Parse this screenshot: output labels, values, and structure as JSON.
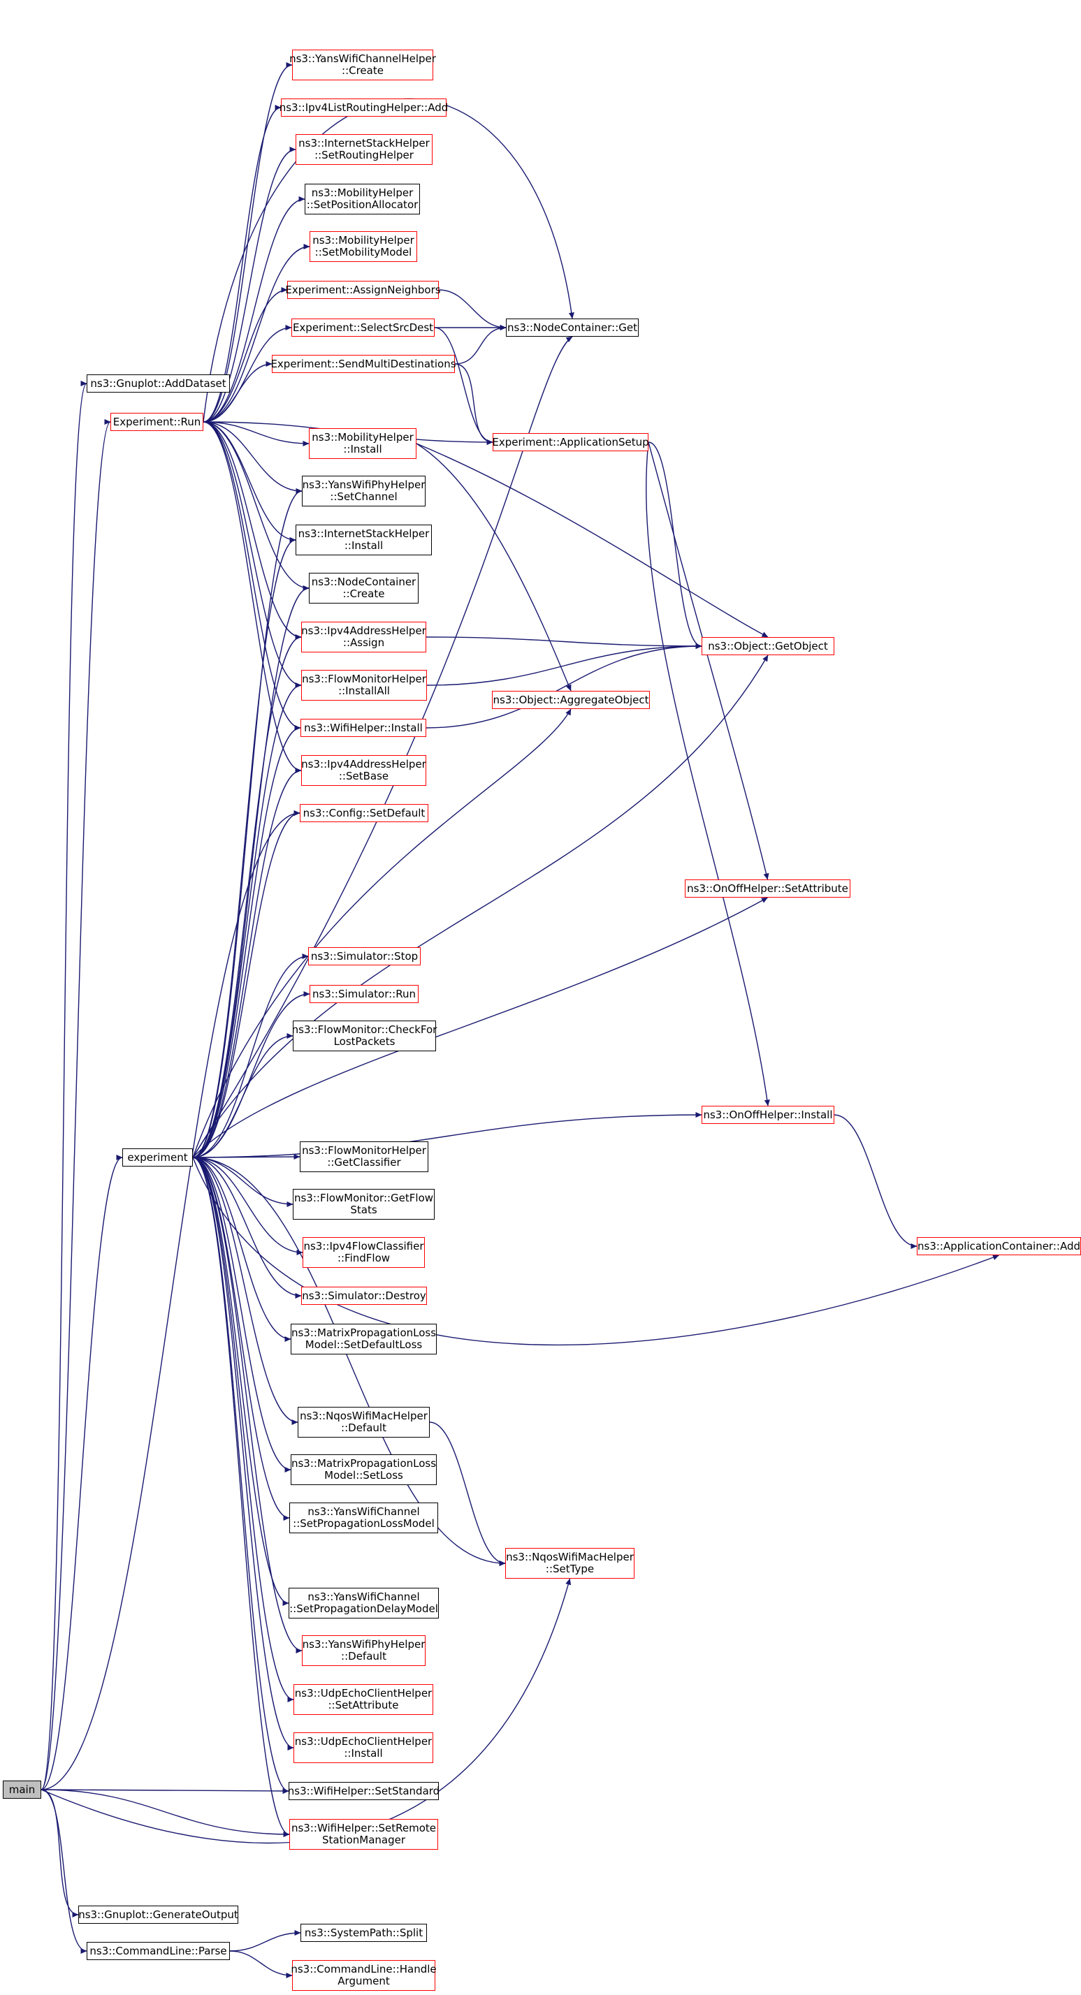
{
  "colors": {
    "edge": "#191970",
    "border_default": "#000000",
    "border_linked": "#ff0000",
    "root_fill": "#bfbfbf"
  },
  "nodes": [
    {
      "id": "main",
      "lines": [
        "main"
      ],
      "style": "root"
    },
    {
      "id": "gnuplot_adddataset",
      "lines": [
        "ns3::Gnuplot::AddDataset"
      ],
      "style": "black"
    },
    {
      "id": "experiment_run",
      "lines": [
        "Experiment::Run"
      ],
      "style": "red"
    },
    {
      "id": "yans_channel_helper_create",
      "lines": [
        "ns3::YansWifiChannelHelper",
        "::Create"
      ],
      "style": "red"
    },
    {
      "id": "ipv4_list_routing_add",
      "lines": [
        "ns3::Ipv4ListRoutingHelper::Add"
      ],
      "style": "red"
    },
    {
      "id": "internet_stack_set_routing",
      "lines": [
        "ns3::InternetStackHelper",
        "::SetRoutingHelper"
      ],
      "style": "red"
    },
    {
      "id": "mobility_set_position_allocator",
      "lines": [
        "ns3::MobilityHelper",
        "::SetPositionAllocator"
      ],
      "style": "black"
    },
    {
      "id": "mobility_set_mobility_model",
      "lines": [
        "ns3::MobilityHelper",
        "::SetMobilityModel"
      ],
      "style": "red"
    },
    {
      "id": "experiment_assign_neighbors",
      "lines": [
        "Experiment::AssignNeighbors"
      ],
      "style": "red"
    },
    {
      "id": "experiment_select_src_dest",
      "lines": [
        "Experiment::SelectSrcDest"
      ],
      "style": "red"
    },
    {
      "id": "experiment_send_multi_destinations",
      "lines": [
        "Experiment::SendMultiDestinations"
      ],
      "style": "red"
    },
    {
      "id": "node_container_get",
      "lines": [
        "ns3::NodeContainer::Get"
      ],
      "style": "black"
    },
    {
      "id": "experiment_application_setup",
      "lines": [
        "Experiment::ApplicationSetup"
      ],
      "style": "red"
    },
    {
      "id": "mobility_install",
      "lines": [
        "ns3::MobilityHelper",
        "::Install"
      ],
      "style": "red"
    },
    {
      "id": "yans_phy_set_channel",
      "lines": [
        "ns3::YansWifiPhyHelper",
        "::SetChannel"
      ],
      "style": "black"
    },
    {
      "id": "internet_stack_install",
      "lines": [
        "ns3::InternetStackHelper",
        "::Install"
      ],
      "style": "black"
    },
    {
      "id": "node_container_create",
      "lines": [
        "ns3::NodeContainer",
        "::Create"
      ],
      "style": "black"
    },
    {
      "id": "ipv4_address_assign",
      "lines": [
        "ns3::Ipv4AddressHelper",
        "::Assign"
      ],
      "style": "red"
    },
    {
      "id": "object_get_object",
      "lines": [
        "ns3::Object::GetObject"
      ],
      "style": "red"
    },
    {
      "id": "flow_monitor_install_all",
      "lines": [
        "ns3::FlowMonitorHelper",
        "::InstallAll"
      ],
      "style": "red"
    },
    {
      "id": "object_aggregate_object",
      "lines": [
        "ns3::Object::AggregateObject"
      ],
      "style": "red"
    },
    {
      "id": "wifi_helper_install",
      "lines": [
        "ns3::WifiHelper::Install"
      ],
      "style": "red"
    },
    {
      "id": "ipv4_address_set_base",
      "lines": [
        "ns3::Ipv4AddressHelper",
        "::SetBase"
      ],
      "style": "red"
    },
    {
      "id": "config_set_default",
      "lines": [
        "ns3::Config::SetDefault"
      ],
      "style": "red"
    },
    {
      "id": "onoff_set_attribute",
      "lines": [
        "ns3::OnOffHelper::SetAttribute"
      ],
      "style": "red"
    },
    {
      "id": "simulator_stop",
      "lines": [
        "ns3::Simulator::Stop"
      ],
      "style": "red"
    },
    {
      "id": "simulator_run",
      "lines": [
        "ns3::Simulator::Run"
      ],
      "style": "red"
    },
    {
      "id": "flow_monitor_check_lost",
      "lines": [
        "ns3::FlowMonitor::CheckFor",
        "LostPackets"
      ],
      "style": "black"
    },
    {
      "id": "onoff_install",
      "lines": [
        "ns3::OnOffHelper::Install"
      ],
      "style": "red"
    },
    {
      "id": "experiment",
      "lines": [
        "experiment"
      ],
      "style": "black"
    },
    {
      "id": "flow_monitor_get_classifier",
      "lines": [
        "ns3::FlowMonitorHelper",
        "::GetClassifier"
      ],
      "style": "black"
    },
    {
      "id": "flow_monitor_get_flow_stats",
      "lines": [
        "ns3::FlowMonitor::GetFlow",
        "Stats"
      ],
      "style": "black"
    },
    {
      "id": "application_container_add",
      "lines": [
        "ns3::ApplicationContainer::Add"
      ],
      "style": "red"
    },
    {
      "id": "ipv4_flow_classifier_find_flow",
      "lines": [
        "ns3::Ipv4FlowClassifier",
        "::FindFlow"
      ],
      "style": "red"
    },
    {
      "id": "simulator_destroy",
      "lines": [
        "ns3::Simulator::Destroy"
      ],
      "style": "red"
    },
    {
      "id": "matrix_set_default_loss",
      "lines": [
        "ns3::MatrixPropagationLoss",
        "Model::SetDefaultLoss"
      ],
      "style": "black"
    },
    {
      "id": "nqos_wifi_mac_default",
      "lines": [
        "ns3::NqosWifiMacHelper",
        "::Default"
      ],
      "style": "black"
    },
    {
      "id": "matrix_set_loss",
      "lines": [
        "ns3::MatrixPropagationLoss",
        "Model::SetLoss"
      ],
      "style": "black"
    },
    {
      "id": "yans_channel_set_prop_loss",
      "lines": [
        "ns3::YansWifiChannel",
        "::SetPropagationLossModel"
      ],
      "style": "black"
    },
    {
      "id": "nqos_wifi_mac_set_type",
      "lines": [
        "ns3::NqosWifiMacHelper",
        "::SetType"
      ],
      "style": "red"
    },
    {
      "id": "yans_channel_set_prop_delay",
      "lines": [
        "ns3::YansWifiChannel",
        "::SetPropagationDelayModel"
      ],
      "style": "black"
    },
    {
      "id": "yans_phy_default",
      "lines": [
        "ns3::YansWifiPhyHelper",
        "::Default"
      ],
      "style": "red"
    },
    {
      "id": "udp_echo_client_set_attribute",
      "lines": [
        "ns3::UdpEchoClientHelper",
        "::SetAttribute"
      ],
      "style": "red"
    },
    {
      "id": "udp_echo_client_install",
      "lines": [
        "ns3::UdpEchoClientHelper",
        "::Install"
      ],
      "style": "red"
    },
    {
      "id": "wifi_helper_set_standard",
      "lines": [
        "ns3::WifiHelper::SetStandard"
      ],
      "style": "black"
    },
    {
      "id": "wifi_helper_set_remote_station_manager",
      "lines": [
        "ns3::WifiHelper::SetRemote",
        "StationManager"
      ],
      "style": "red"
    },
    {
      "id": "gnuplot_generate_output",
      "lines": [
        "ns3::Gnuplot::GenerateOutput"
      ],
      "style": "black"
    },
    {
      "id": "command_line_parse",
      "lines": [
        "ns3::CommandLine::Parse"
      ],
      "style": "black"
    },
    {
      "id": "system_path_split",
      "lines": [
        "ns3::SystemPath::Split"
      ],
      "style": "black"
    },
    {
      "id": "command_line_handle_argument",
      "lines": [
        "ns3::CommandLine::Handle",
        "Argument"
      ],
      "style": "red"
    }
  ],
  "edges": [
    [
      "main",
      "gnuplot_adddataset"
    ],
    [
      "main",
      "experiment_run"
    ],
    [
      "main",
      "experiment"
    ],
    [
      "main",
      "wifi_helper_set_standard"
    ],
    [
      "main",
      "wifi_helper_set_remote_station_manager"
    ],
    [
      "main",
      "nqos_wifi_mac_set_type"
    ],
    [
      "main",
      "gnuplot_generate_output"
    ],
    [
      "main",
      "command_line_parse"
    ],
    [
      "main",
      "config_set_default"
    ],
    [
      "experiment_run",
      "yans_channel_helper_create"
    ],
    [
      "experiment_run",
      "ipv4_list_routing_add"
    ],
    [
      "experiment_run",
      "internet_stack_set_routing"
    ],
    [
      "experiment_run",
      "mobility_set_position_allocator"
    ],
    [
      "experiment_run",
      "mobility_set_mobility_model"
    ],
    [
      "experiment_run",
      "experiment_assign_neighbors"
    ],
    [
      "experiment_run",
      "experiment_select_src_dest"
    ],
    [
      "experiment_run",
      "experiment_send_multi_destinations"
    ],
    [
      "experiment_run",
      "node_container_get"
    ],
    [
      "experiment_run",
      "experiment_application_setup"
    ],
    [
      "experiment_run",
      "mobility_install"
    ],
    [
      "experiment_run",
      "yans_phy_set_channel"
    ],
    [
      "experiment_run",
      "internet_stack_install"
    ],
    [
      "experiment_run",
      "node_container_create"
    ],
    [
      "experiment_run",
      "ipv4_address_assign"
    ],
    [
      "experiment_run",
      "flow_monitor_install_all"
    ],
    [
      "experiment_run",
      "wifi_helper_install"
    ],
    [
      "experiment_run",
      "ipv4_address_set_base"
    ],
    [
      "experiment_assign_neighbors",
      "node_container_get"
    ],
    [
      "experiment_select_src_dest",
      "node_container_get"
    ],
    [
      "experiment_select_src_dest",
      "experiment_application_setup"
    ],
    [
      "experiment_send_multi_destinations",
      "node_container_get"
    ],
    [
      "experiment_send_multi_destinations",
      "experiment_application_setup"
    ],
    [
      "experiment_application_setup",
      "object_get_object"
    ],
    [
      "experiment_application_setup",
      "onoff_set_attribute"
    ],
    [
      "experiment_application_setup",
      "onoff_install"
    ],
    [
      "mobility_install",
      "object_get_object"
    ],
    [
      "mobility_install",
      "object_aggregate_object"
    ],
    [
      "ipv4_address_assign",
      "object_get_object"
    ],
    [
      "flow_monitor_install_all",
      "object_get_object"
    ],
    [
      "wifi_helper_install",
      "object_get_object"
    ],
    [
      "onoff_install",
      "application_container_add"
    ],
    [
      "experiment",
      "yans_phy_set_channel"
    ],
    [
      "experiment",
      "internet_stack_install"
    ],
    [
      "experiment",
      "node_container_create"
    ],
    [
      "experiment",
      "ipv4_address_assign"
    ],
    [
      "experiment",
      "flow_monitor_install_all"
    ],
    [
      "experiment",
      "wifi_helper_install"
    ],
    [
      "experiment",
      "ipv4_address_set_base"
    ],
    [
      "experiment",
      "config_set_default"
    ],
    [
      "experiment",
      "node_container_get"
    ],
    [
      "experiment",
      "object_aggregate_object"
    ],
    [
      "experiment",
      "object_get_object"
    ],
    [
      "experiment",
      "onoff_set_attribute"
    ],
    [
      "experiment",
      "simulator_stop"
    ],
    [
      "experiment",
      "simulator_run"
    ],
    [
      "experiment",
      "flow_monitor_check_lost"
    ],
    [
      "experiment",
      "onoff_install"
    ],
    [
      "experiment",
      "flow_monitor_get_classifier"
    ],
    [
      "experiment",
      "flow_monitor_get_flow_stats"
    ],
    [
      "experiment",
      "ipv4_flow_classifier_find_flow"
    ],
    [
      "experiment",
      "simulator_destroy"
    ],
    [
      "experiment",
      "matrix_set_default_loss"
    ],
    [
      "experiment",
      "application_container_add"
    ],
    [
      "experiment",
      "nqos_wifi_mac_default"
    ],
    [
      "experiment",
      "matrix_set_loss"
    ],
    [
      "experiment",
      "yans_channel_set_prop_loss"
    ],
    [
      "experiment",
      "nqos_wifi_mac_set_type"
    ],
    [
      "experiment",
      "yans_channel_set_prop_delay"
    ],
    [
      "experiment",
      "yans_phy_default"
    ],
    [
      "experiment",
      "udp_echo_client_set_attribute"
    ],
    [
      "experiment",
      "udp_echo_client_install"
    ],
    [
      "experiment",
      "wifi_helper_set_standard"
    ],
    [
      "experiment",
      "wifi_helper_set_remote_station_manager"
    ],
    [
      "nqos_wifi_mac_default",
      "nqos_wifi_mac_set_type"
    ],
    [
      "command_line_parse",
      "system_path_split"
    ],
    [
      "command_line_parse",
      "command_line_handle_argument"
    ]
  ]
}
